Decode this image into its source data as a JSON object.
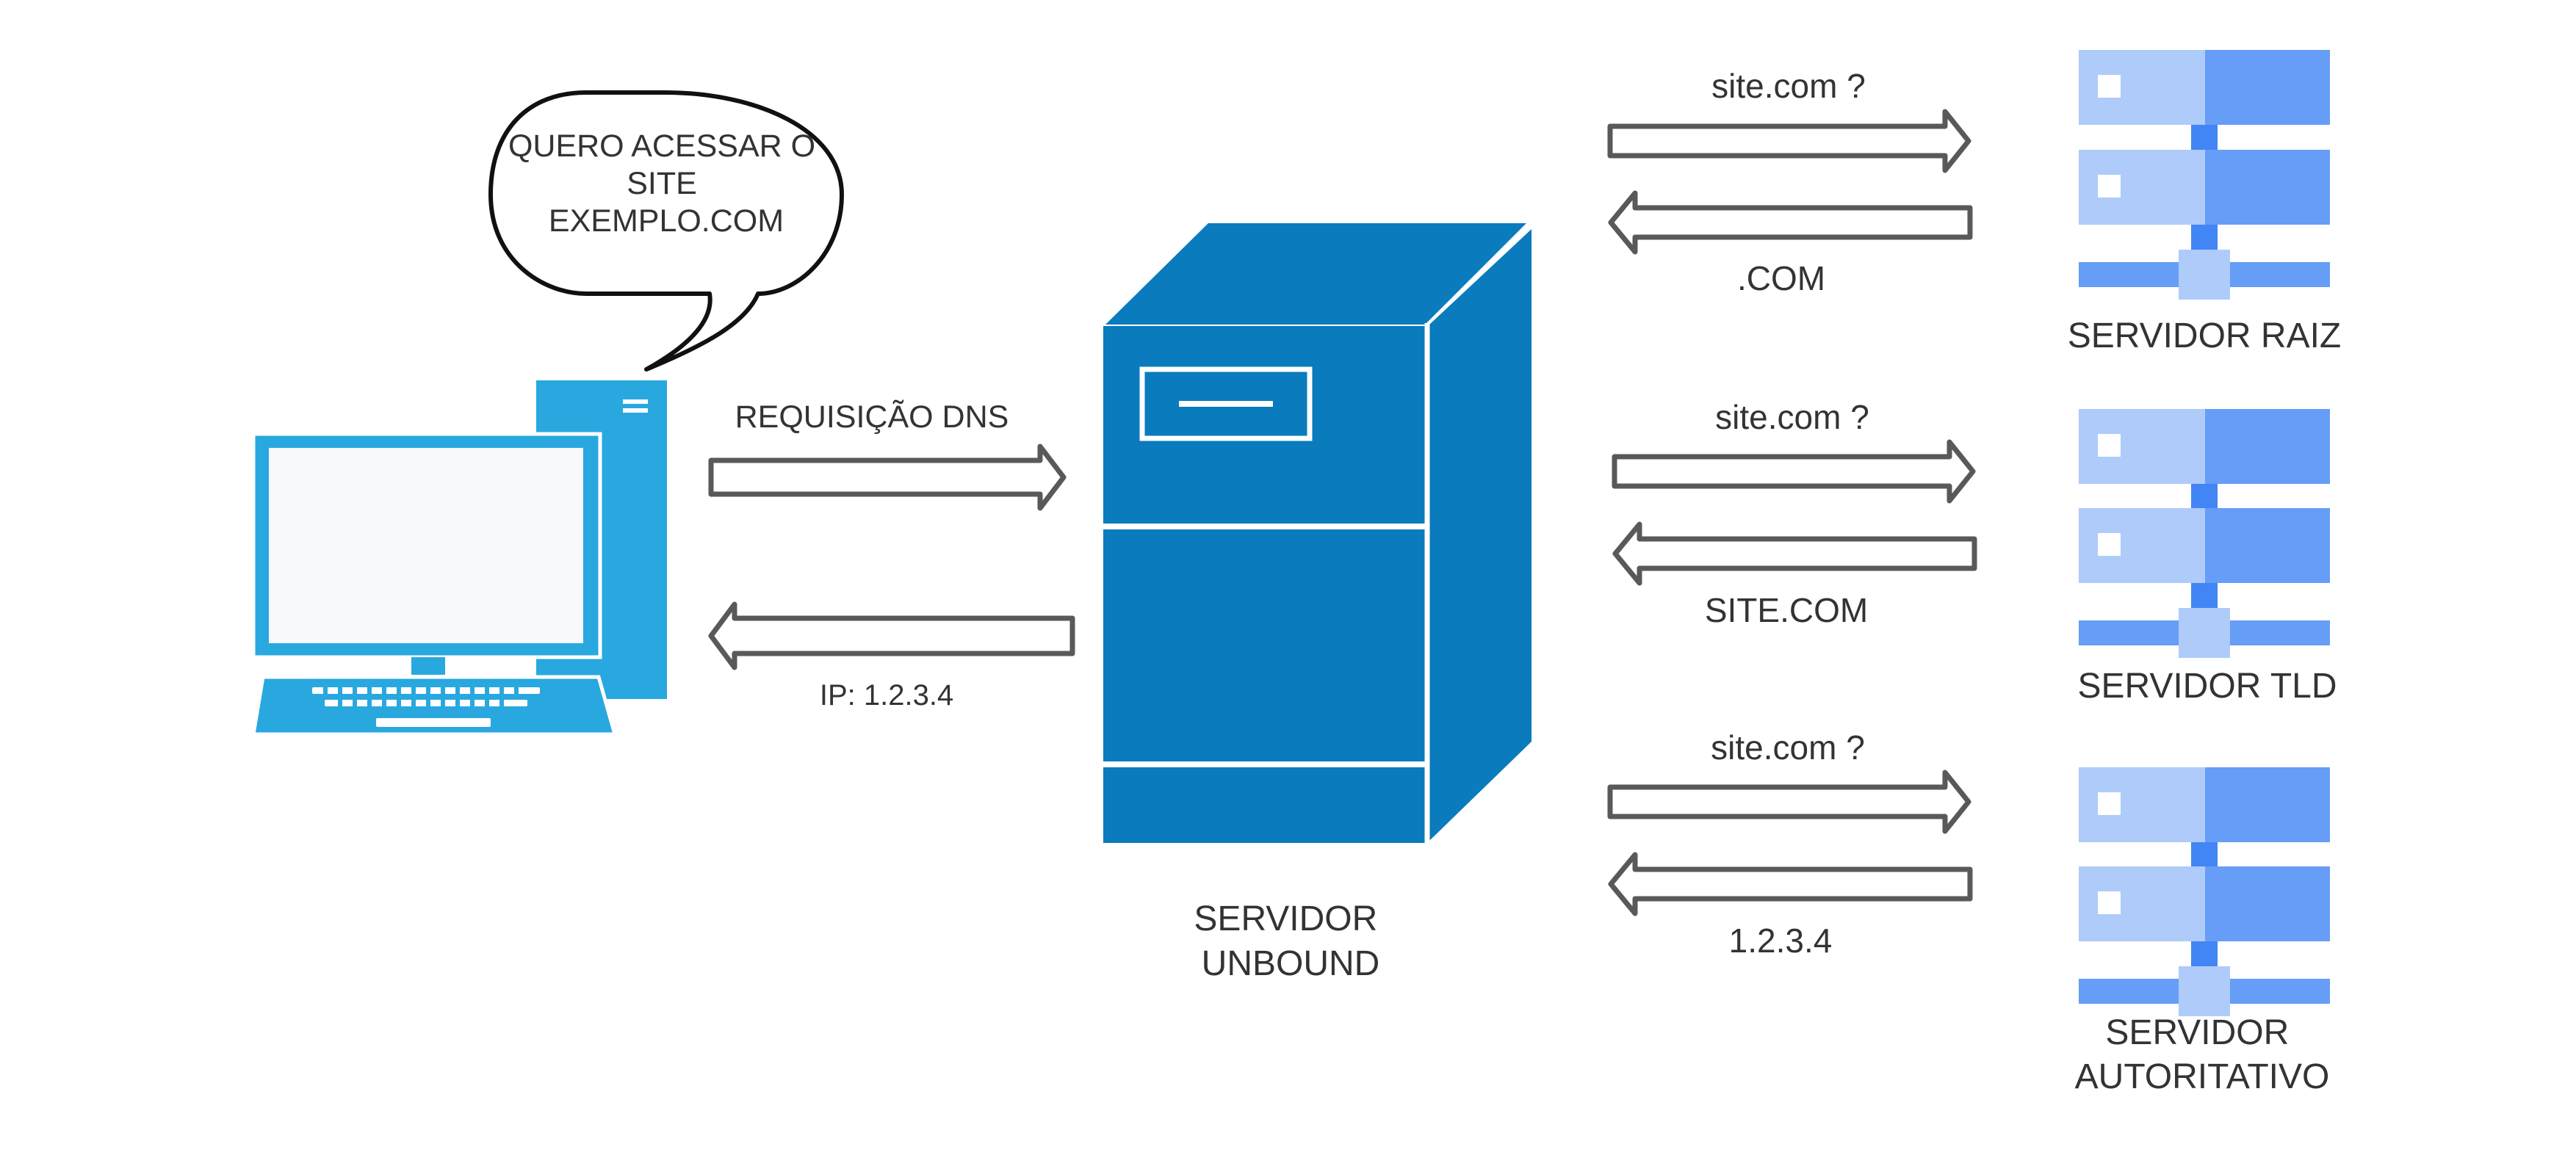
{
  "client": {
    "speech": [
      "QUERO ACESSAR O",
      "SITE",
      "EXEMPLO.COM"
    ]
  },
  "request": {
    "label": "REQUISIÇÃO DNS",
    "response_label": "IP: 1.2.3.4"
  },
  "unbound": {
    "label_lines": [
      "SERVIDOR",
      "UNBOUND"
    ]
  },
  "servers": [
    {
      "query": "site.com ?",
      "answer": ".COM",
      "label_lines": [
        "SERVIDOR RAIZ"
      ]
    },
    {
      "query": "site.com ?",
      "answer": "SITE.COM",
      "label_lines": [
        "SERVIDOR TLD"
      ]
    },
    {
      "query": "site.com ?",
      "answer": "1.2.3.4",
      "label_lines": [
        "SERVIDOR",
        "AUTORITATIVO"
      ]
    }
  ],
  "colors": {
    "computer": "#29a8e0",
    "computer_screen": "#f7f9fc",
    "unbound": "#0a7bbd",
    "rack_light": "#aecbfa",
    "rack_dark": "#669df6",
    "rack_connector": "#4285f4",
    "arrow_stroke": "#595959",
    "text": "#333333"
  },
  "icons": {
    "client": "desktop-computer-icon",
    "unbound": "server-tower-icon",
    "servers": "server-rack-icon"
  }
}
